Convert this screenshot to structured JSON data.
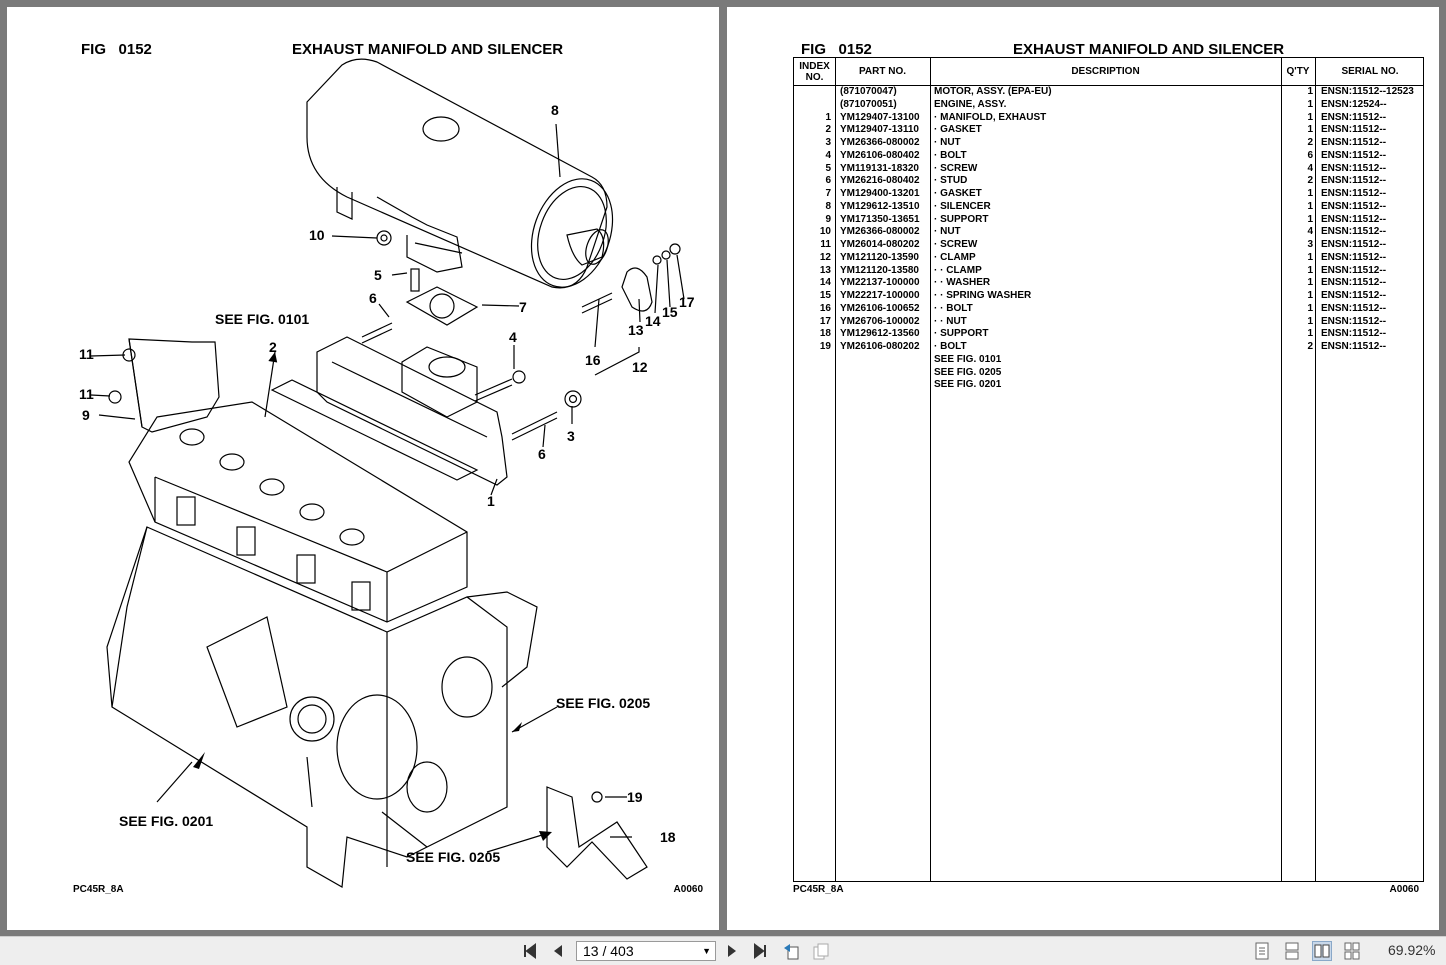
{
  "left_page": {
    "fig_label": "FIG",
    "fig_number": "0152",
    "title": "EXHAUST MANIFOLD AND SILENCER",
    "footer_left": "PC45R_8A",
    "footer_right": "A0060",
    "callouts": {
      "c8": "8",
      "c10": "10",
      "c5": "5",
      "c7": "7",
      "c6a": "6",
      "see0101": "SEE FIG. 0101",
      "c2": "2",
      "c11a": "11",
      "c11b": "11",
      "c9": "9",
      "c4": "4",
      "c16": "16",
      "c13": "13",
      "c14": "14",
      "c15": "15",
      "c17": "17",
      "c12": "12",
      "c3": "3",
      "c6b": "6",
      "c1": "1",
      "see0205a": "SEE FIG. 0205",
      "c19": "19",
      "see0201": "SEE FIG. 0201",
      "c18": "18",
      "see0205b": "SEE FIG. 0205"
    }
  },
  "right_page": {
    "fig_label": "FIG",
    "fig_number": "0152",
    "title": "EXHAUST MANIFOLD AND SILENCER",
    "footer_left": "PC45R_8A",
    "footer_right": "A0060",
    "table": {
      "headers": {
        "index": "INDEX NO.",
        "part": "PART NO.",
        "desc": "DESCRIPTION",
        "qty": "Q'TY",
        "serial": "SERIAL NO."
      },
      "rows": [
        {
          "idx": "",
          "part": "(871070047)",
          "desc": "MOTOR, ASSY. (EPA-EU)",
          "qty": "1",
          "serial": "ENSN:11512--12523"
        },
        {
          "idx": "",
          "part": "(871070051)",
          "desc": "ENGINE, ASSY.",
          "qty": "1",
          "serial": "ENSN:12524--"
        },
        {
          "idx": "1",
          "part": "YM129407-13100",
          "desc": "·  MANIFOLD, EXHAUST",
          "qty": "1",
          "serial": "ENSN:11512--"
        },
        {
          "idx": "2",
          "part": "YM129407-13110",
          "desc": "·  GASKET",
          "qty": "1",
          "serial": "ENSN:11512--"
        },
        {
          "idx": "3",
          "part": "YM26366-080002",
          "desc": "·  NUT",
          "qty": "2",
          "serial": "ENSN:11512--"
        },
        {
          "idx": "4",
          "part": "YM26106-080402",
          "desc": "·  BOLT",
          "qty": "6",
          "serial": "ENSN:11512--"
        },
        {
          "idx": "5",
          "part": "YM119131-18320",
          "desc": "·  SCREW",
          "qty": "4",
          "serial": "ENSN:11512--"
        },
        {
          "idx": "6",
          "part": "YM26216-080402",
          "desc": "·  STUD",
          "qty": "2",
          "serial": "ENSN:11512--"
        },
        {
          "idx": "7",
          "part": "YM129400-13201",
          "desc": "·  GASKET",
          "qty": "1",
          "serial": "ENSN:11512--"
        },
        {
          "idx": "8",
          "part": "YM129612-13510",
          "desc": "·  SILENCER",
          "qty": "1",
          "serial": "ENSN:11512--"
        },
        {
          "idx": "9",
          "part": "YM171350-13651",
          "desc": "·  SUPPORT",
          "qty": "1",
          "serial": "ENSN:11512--"
        },
        {
          "idx": "10",
          "part": "YM26366-080002",
          "desc": "·  NUT",
          "qty": "4",
          "serial": "ENSN:11512--"
        },
        {
          "idx": "11",
          "part": "YM26014-080202",
          "desc": "·  SCREW",
          "qty": "3",
          "serial": "ENSN:11512--"
        },
        {
          "idx": "12",
          "part": "YM121120-13590",
          "desc": "·  CLAMP",
          "qty": "1",
          "serial": "ENSN:11512--"
        },
        {
          "idx": "13",
          "part": "YM121120-13580",
          "desc": "·  ·  CLAMP",
          "qty": "1",
          "serial": "ENSN:11512--"
        },
        {
          "idx": "14",
          "part": "YM22137-100000",
          "desc": "·  ·  WASHER",
          "qty": "1",
          "serial": "ENSN:11512--"
        },
        {
          "idx": "15",
          "part": "YM22217-100000",
          "desc": "·  ·  SPRING WASHER",
          "qty": "1",
          "serial": "ENSN:11512--"
        },
        {
          "idx": "16",
          "part": "YM26106-100652",
          "desc": "·  ·  BOLT",
          "qty": "1",
          "serial": "ENSN:11512--"
        },
        {
          "idx": "17",
          "part": "YM26706-100002",
          "desc": "·  ·  NUT",
          "qty": "1",
          "serial": "ENSN:11512--"
        },
        {
          "idx": "18",
          "part": "YM129612-13560",
          "desc": "·  SUPPORT",
          "qty": "1",
          "serial": "ENSN:11512--"
        },
        {
          "idx": "19",
          "part": "YM26106-080202",
          "desc": "·  BOLT",
          "qty": "2",
          "serial": "ENSN:11512--"
        },
        {
          "idx": "",
          "part": "",
          "desc": "SEE FIG. 0101",
          "qty": "",
          "serial": ""
        },
        {
          "idx": "",
          "part": "",
          "desc": "SEE FIG. 0205",
          "qty": "",
          "serial": ""
        },
        {
          "idx": "",
          "part": "",
          "desc": "SEE FIG. 0201",
          "qty": "",
          "serial": ""
        }
      ]
    }
  },
  "toolbar": {
    "page_indicator": "13 / 403",
    "zoom": "69.92%",
    "icons": [
      "first-page-icon",
      "prev-page-icon",
      "next-page-icon",
      "last-page-icon",
      "previous-view-icon",
      "next-view-icon",
      "single-page-icon",
      "continuous-icon",
      "facing-icon",
      "continuous-facing-icon"
    ]
  }
}
